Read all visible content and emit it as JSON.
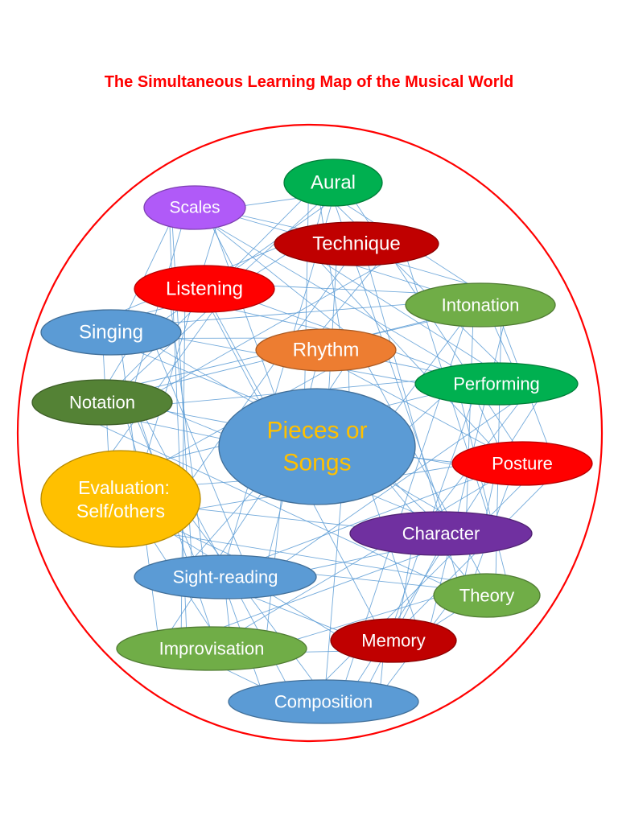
{
  "title": "The Simultaneous Learning Map of the Musical World",
  "colors": {
    "title": "#FF0000",
    "frame": "#FF0000",
    "connector": "#5B9BD5"
  },
  "nodes": [
    {
      "label_lines": [
        "Aural"
      ],
      "fill": "#00B050",
      "text_color": "#FFFFFF"
    },
    {
      "label_lines": [
        "Scales"
      ],
      "fill": "#B05AF8",
      "text_color": "#FFFFFF"
    },
    {
      "label_lines": [
        "Technique"
      ],
      "fill": "#C00000",
      "text_color": "#FFFFFF"
    },
    {
      "label_lines": [
        "Listening"
      ],
      "fill": "#FF0000",
      "text_color": "#FFFFFF"
    },
    {
      "label_lines": [
        "Intonation"
      ],
      "fill": "#70AD47",
      "text_color": "#FFFFFF"
    },
    {
      "label_lines": [
        "Singing"
      ],
      "fill": "#5B9BD5",
      "text_color": "#FFFFFF"
    },
    {
      "label_lines": [
        "Rhythm"
      ],
      "fill": "#ED7D31",
      "text_color": "#FFFFFF"
    },
    {
      "label_lines": [
        "Performing"
      ],
      "fill": "#00B050",
      "text_color": "#FFFFFF"
    },
    {
      "label_lines": [
        "Notation"
      ],
      "fill": "#548235",
      "text_color": "#FFFFFF"
    },
    {
      "label_lines": [
        "Pieces or",
        "Songs"
      ],
      "fill": "#5B9BD5",
      "text_color": "#FFC000"
    },
    {
      "label_lines": [
        "Posture"
      ],
      "fill": "#FF0000",
      "text_color": "#FFFFFF"
    },
    {
      "label_lines": [
        "Evaluation:",
        "Self/others"
      ],
      "fill": "#FFC000",
      "text_color": "#FFFFFF"
    },
    {
      "label_lines": [
        "Character"
      ],
      "fill": "#7030A0",
      "text_color": "#FFFFFF"
    },
    {
      "label_lines": [
        "Sight-reading"
      ],
      "fill": "#5B9BD5",
      "text_color": "#FFFFFF"
    },
    {
      "label_lines": [
        "Theory"
      ],
      "fill": "#70AD47",
      "text_color": "#FFFFFF"
    },
    {
      "label_lines": [
        "Memory"
      ],
      "fill": "#C00000",
      "text_color": "#FFFFFF"
    },
    {
      "label_lines": [
        "Improvisation"
      ],
      "fill": "#70AD47",
      "text_color": "#FFFFFF"
    },
    {
      "label_lines": [
        "Composition"
      ],
      "fill": "#5B9BD5",
      "text_color": "#FFFFFF"
    }
  ],
  "connections": [
    [
      1,
      2,
      3,
      4,
      5,
      6,
      7,
      8,
      9,
      10,
      12,
      13
    ],
    [
      2,
      3,
      4,
      5,
      6,
      7,
      8,
      9,
      11,
      13,
      16
    ],
    [
      3,
      4,
      5,
      6,
      7,
      8,
      9,
      10,
      11,
      12,
      14
    ],
    [
      4,
      5,
      6,
      7,
      8,
      9,
      11,
      13,
      15,
      16
    ],
    [
      5,
      6,
      7,
      8,
      9,
      10,
      12,
      14,
      15,
      17
    ],
    [
      6,
      7,
      8,
      9,
      11,
      12,
      13,
      16
    ],
    [
      7,
      8,
      9,
      10,
      11,
      13,
      14,
      16
    ],
    [
      8,
      9,
      10,
      11,
      12,
      13,
      14,
      15,
      17
    ],
    [
      9,
      10,
      11,
      12,
      13,
      14,
      16,
      17
    ],
    [
      10,
      11,
      12,
      13,
      14,
      15,
      16,
      17
    ],
    [
      11,
      12,
      13,
      14,
      15,
      16,
      17
    ],
    [
      12,
      13,
      14,
      15,
      16,
      17
    ],
    [
      13,
      14,
      15,
      16,
      17
    ],
    [
      14,
      15,
      16,
      17
    ],
    [
      15,
      16,
      17
    ],
    [
      16,
      17
    ],
    [
      17
    ],
    []
  ]
}
